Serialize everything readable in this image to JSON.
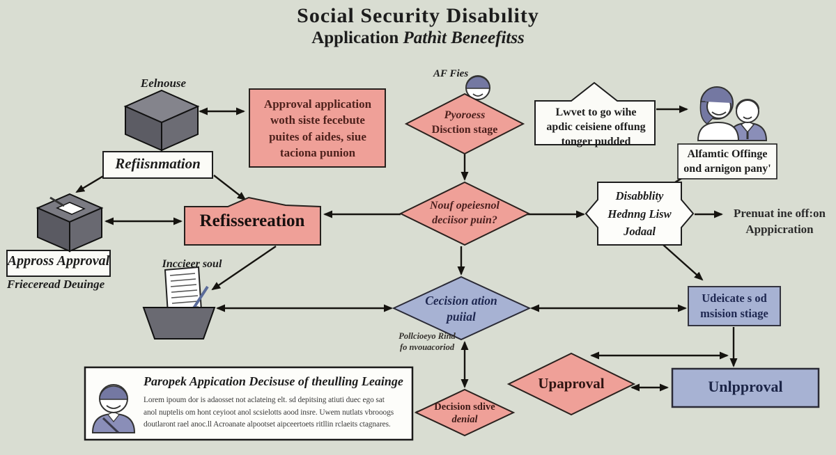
{
  "colors": {
    "background": "#d9ddd2",
    "salmon": "#efa098",
    "blue": "#a7b2d3",
    "white_box": "#fbfbf7",
    "ink": "#15130f",
    "maroon_text": "#4e211c",
    "navy_text": "#1e2750",
    "hair_purple": "#7478a2",
    "vest_blue": "#8a8eb8",
    "cube_gray": "#6c6c74"
  },
  "title": {
    "line1": "Social Security Disabılity",
    "line2_plain": "Application",
    "line2_italic": "Pathìt Beneefitss"
  },
  "labels": {
    "eelnouse": "Eelnouse",
    "affies": "AF Fies",
    "refiisnmation": "Refiisnmation",
    "refissereation": "Refissereation",
    "appross": "Appross Approval",
    "friecread": "Frieceread Deuinge",
    "inccieer": "Inccieer soul",
    "uparoval": "Upaproval",
    "unlpproval": "Unlpproval"
  },
  "boxes": {
    "approval": {
      "lines": [
        "Approval application",
        "woth siste fecebute",
        "puites of aides, siue",
        "taciona punion"
      ]
    },
    "callout": {
      "lines": [
        "Lwvet to go wihe",
        "apdic ceisiene offung",
        "tonger pudded"
      ]
    },
    "alfamtic": {
      "lines": [
        "Alfamtic Offinge",
        "ond arnigon pany'"
      ]
    },
    "prenuat": {
      "lines": [
        "Prenuat ine off:on",
        "Apppicration"
      ]
    },
    "udeicate": {
      "lines": [
        "Udeicate s od",
        "msision stiage"
      ]
    },
    "pollcioyo": {
      "lines": [
        "Pollcioeyo Rind",
        "fo nvouacoriod"
      ]
    }
  },
  "diamonds": {
    "process": {
      "lines": [
        "Pyoroess",
        "Disction stage"
      ]
    },
    "nouf": {
      "lines": [
        "Nouf opeiesnol",
        "deciisor puin?"
      ]
    },
    "cecision": {
      "lines": [
        "Cecision ation",
        "puiial"
      ]
    },
    "denial": {
      "lines": [
        "Decision sdive",
        "denial"
      ]
    }
  },
  "hexagon": {
    "lines": [
      "Disabblity",
      "Hednng Lisw",
      "Jodaal"
    ]
  },
  "bottom_box": {
    "title": "Paropek Appication Decisuse of theulling Leainge",
    "body": [
      "Lorem ipoum dor is adaosset not aclateing elt. sd depitsing atiuti duec ego sat",
      "anol nuptelis om hont ceyioot anol scsielotts aood insre. Uwem nutlats vbrooogs",
      "doutlaront rael anoc.ll Acroanate alpootset aipceertoets ritllin rclaeits ctagnares."
    ]
  },
  "icons": [
    "warehouse-cube-icon",
    "ballot-box-icon",
    "person-icon",
    "people-icon",
    "document-pen-icon",
    "applicant-icon"
  ]
}
